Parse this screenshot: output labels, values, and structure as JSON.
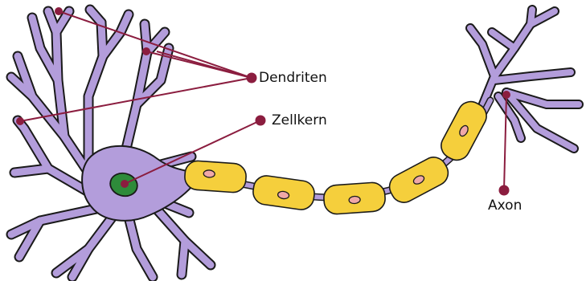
{
  "labels": {
    "dendrites": "Dendriten",
    "nucleus": "Zellkern",
    "axon": "Axon"
  },
  "colors": {
    "soma": "#b39ddb",
    "outline": "#1a1a1a",
    "myelin": "#f5cf3c",
    "myelin_nucleus": "#f0a8a8",
    "nucleus": "#2e8b3a",
    "pointer": "#8b1d3f"
  }
}
